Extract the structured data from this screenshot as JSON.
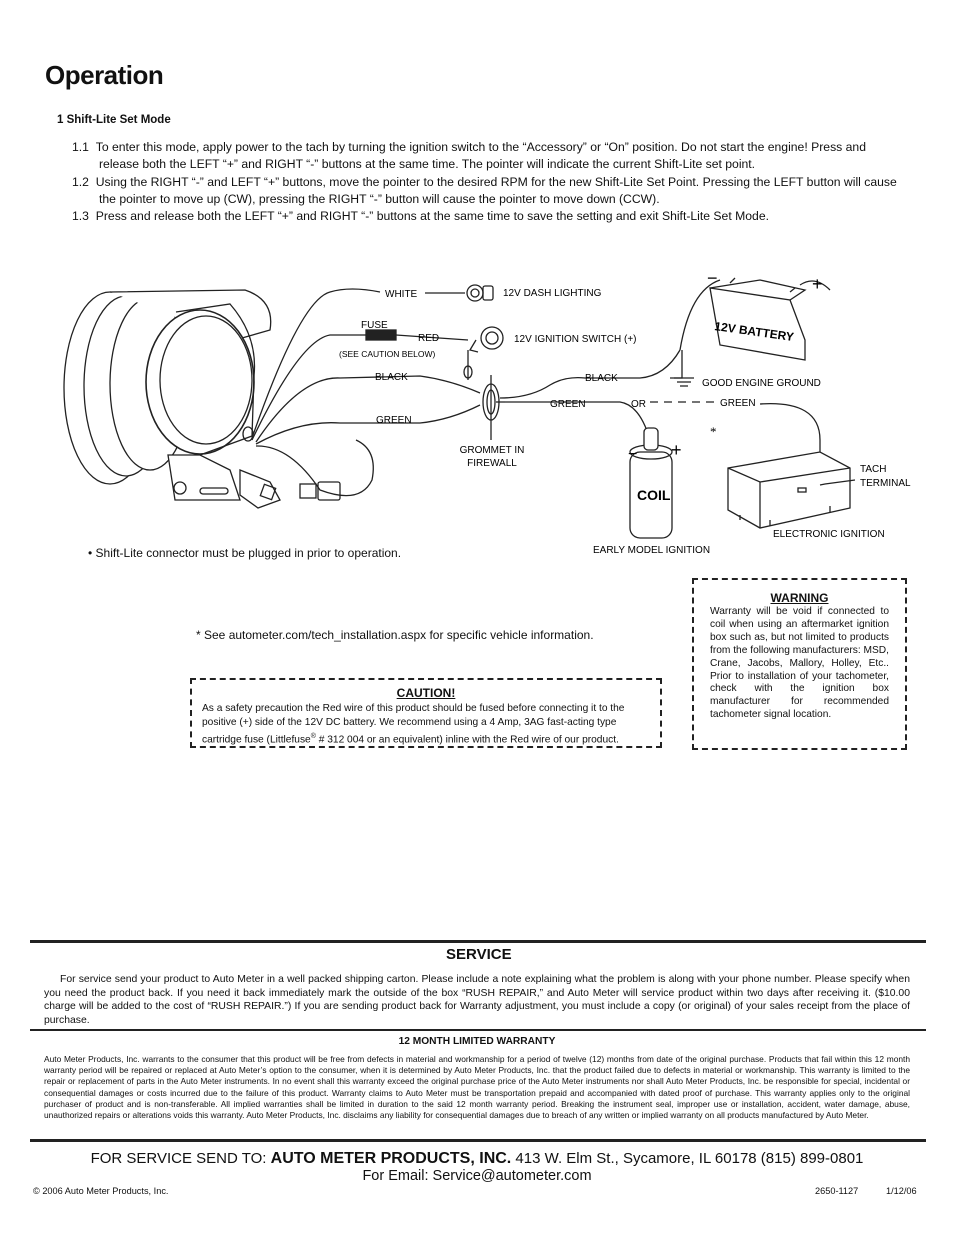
{
  "page_title": "Operation",
  "section_title": "1 Shift-Lite Set Mode",
  "steps": [
    {
      "num": "1.1",
      "text": "To enter this mode, apply power to the tach by turning the ignition switch to the “Accessory” or  “On” position. Do not start the engine! Press and release both the LEFT “+” and RIGHT “-” buttons at the same time. The pointer will indicate the current Shift-Lite set point."
    },
    {
      "num": "1.2",
      "text": "Using the RIGHT “-” and LEFT “+” buttons, move the pointer to the desired RPM for the new Shift-Lite Set Point. Pressing the LEFT button will cause the pointer to move up (CW), pressing the RIGHT “-” button will cause the pointer to move down (CCW)."
    },
    {
      "num": "1.3",
      "text": "Press and release both the LEFT “+” and RIGHT “-” buttons at the same time to save the setting and  exit Shift-Lite Set Mode."
    }
  ],
  "diagram": {
    "white": "WHITE",
    "dash_lighting": "12V DASH LIGHTING",
    "fuse": "FUSE",
    "red": "RED",
    "see_caution": "(SEE CAUTION BELOW)",
    "ignition_switch": "12V IGNITION SWITCH (+)",
    "black_left": "BLACK",
    "black_right": "BLACK",
    "good_ground": "GOOD ENGINE GROUND",
    "green_left": "GREEN",
    "green_mid": "GREEN",
    "or": "OR",
    "green_right": "GREEN",
    "grommet_line1": "GROMMET IN",
    "grommet_line2": "FIREWALL",
    "battery": "12V BATTERY",
    "minus": "−",
    "plus": "+",
    "coil": "COIL",
    "coil_minus": "−",
    "coil_plus": "+",
    "star": "*",
    "tach_line1": "TACH",
    "tach_line2": "TERMINAL",
    "early_model": "EARLY MODEL IGNITION",
    "electronic": "ELECTRONIC IGNITION"
  },
  "connector_note": "• Shift-Lite connector must be plugged in prior to operation.",
  "asterisk_note": "* See autometer.com/tech_installation.aspx for specific vehicle information.",
  "warning": {
    "heading": "WARNING",
    "text": "Warranty will be void if connected to coil when using an aftermarket ignition box such as, but not limited to products from the following manufacturers: MSD, Crane, Jacobs, Mallory, Holley, Etc..  Prior to installation of your tachometer, check with the ignition box manufacturer for recommended tachometer signal location."
  },
  "caution": {
    "heading": "CAUTION!",
    "text_a": "As a safety precaution the Red wire of this product should be fused before connecting it to the positive (+) side of the 12V DC battery. We recommend using a 4 Amp, 3AG fast-acting type cartridge fuse (Littlefuse",
    "reg": "®",
    "text_b": " # 312 004 or an equivalent) inline with the Red wire of our product."
  },
  "service": {
    "heading": "SERVICE",
    "text": "For service send your product to Auto Meter in a well packed shipping carton. Please include a note explaining what the problem is along with your phone number. Please specify when you need the product back. If you need it back immediately mark the outside of the box “RUSH REPAIR,” and Auto Meter will service product within two days after receiving it. ($10.00 charge will be added to the cost of “RUSH REPAIR.”) If you are sending product back for Warranty adjustment, you must include a copy (or original) of your sales receipt from the place of purchase."
  },
  "warranty": {
    "heading": "12 MONTH LIMITED WARRANTY",
    "text": "Auto Meter Products, Inc. warrants to the consumer that this product will be free from defects in material and workmanship for a period of twelve (12) months from date of the original purchase. Products that fail within this 12 month warranty period will be repaired or replaced at Auto Meter’s option to the consumer, when it is determined by Auto Meter Products, Inc. that the product failed due to defects in material or workmanship.  This warranty is limited to the repair or replacement of parts in the Auto Meter instruments. In no event shall this warranty exceed the original purchase price of the Auto Meter instruments nor shall Auto Meter Products, Inc. be responsible for special, incidental or consequential damages or costs incurred due to the failure of this product. Warranty claims to Auto Meter must be transportation prepaid and accompanied with dated proof of purchase. This warranty applies only to the original purchaser of product and is non-transferable.  All implied warranties shall be limited in duration to the said 12 month warranty period. Breaking the instrument seal, improper use or installation, accident, water damage, abuse, unauthorized repairs or alterations voids this warranty.  Auto Meter Products, Inc. disclaims any liability for consequential damages due to breach of any written or implied warranty on all products manufactured by Auto Meter."
  },
  "send_to": {
    "prefix": "FOR SERVICE SEND TO: ",
    "company": "AUTO METER PRODUCTS, INC.",
    "address": " 413 W. Elm St., Sycamore, IL 60178 (815) 899-0801",
    "email": "For Email: Service@autometer.com"
  },
  "footer": {
    "copyright": "© 2006 Auto Meter Products, Inc.",
    "part_no": "2650-1127",
    "date": "1/12/06"
  }
}
